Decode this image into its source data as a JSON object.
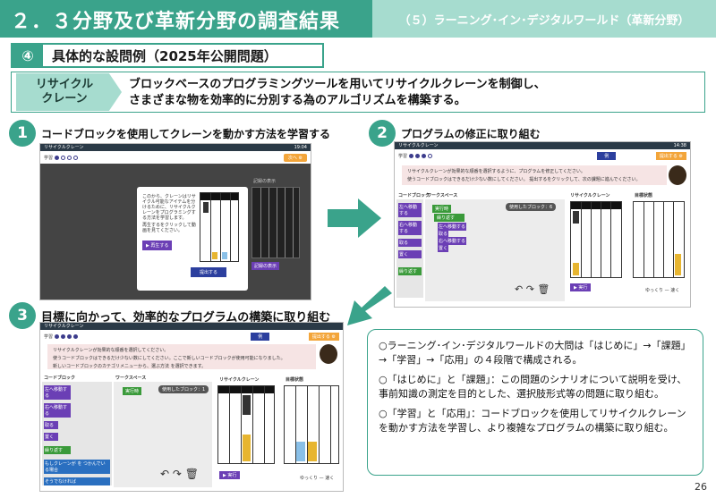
{
  "header": {
    "title": "２．３分野及び革新分野の調査結果",
    "subtitle": "（５）ラーニング･イン･デジタルワールド（革新分野）"
  },
  "section": {
    "num": "④",
    "title": "具体的な設問例（2025年公開問題）"
  },
  "tag": {
    "line1": "リサイクル",
    "line2": "クレーン"
  },
  "description": {
    "line1": "ブロックベースのプログラミングツールを用いてリサイクルクレーンを制御し、",
    "line2": "さまざまな物を効率的に分別する為のアルゴリズムを構築する。"
  },
  "steps": [
    {
      "num": "1",
      "label": "コードブロックを使用してクレーンを動かす方法を学習する"
    },
    {
      "num": "2",
      "label": "プログラムの修正に取り組む"
    },
    {
      "num": "3",
      "label": "目標に向かって、効率的なプログラムの構築に取り組む"
    }
  ],
  "shot1": {
    "app_title": "リサイクルクレーン",
    "time": "19:04",
    "stage": "学習",
    "next_btn": "次へ ⚙",
    "dialog_text": "このから、クレーンはリサイクル可能なアイテムを分けるために、リサイクルクレーンをプログラミングする方法を学習します。",
    "dialog_hint": "再生するをクリックして動画を見てください。",
    "play_btn": "▶ 再生する",
    "submit_btn": "提出する",
    "side_label": "記録の表示"
  },
  "shot2": {
    "app_title": "リサイクルクレーン",
    "time": "14:38",
    "stage": "学習",
    "top_btn": "例",
    "submit_btn": "提出する ⚙",
    "instruction1": "リサイクルクレーンが効果的な順番を選択するように、プログラムを修正してください。",
    "instruction2": "使うコードブロックはできるだけ少ない数にしてください。 提出するをクリックして、次の課題に進んでください。",
    "codeblock": "コードブロック",
    "workspace": "ワークスペース",
    "crane_label": "リサイクルクレーン",
    "result_label": "目標状態",
    "block_hint": "使用したブロック：6",
    "blocks": [
      "左へ移動する",
      "右へ移動する",
      "取る",
      "置く",
      "繰り返す"
    ],
    "run_btn": "▶ 実行",
    "slow": "ゆっくり",
    "fast": "速く"
  },
  "shot3": {
    "app_title": "リサイクルクレーン",
    "stage": "学習",
    "top_btn": "例",
    "submit_btn": "提出する ⚙",
    "instruction1": "リサイクルクレーンが効果的な順番を選択してください。",
    "instruction2": "使うコードブロックはできるだけ少ない数にしてください。ここで新しいコードブロックが使用可能になりました。",
    "instruction3": "新しいコードブロックのカテゴリメニューから、選ぶ方法 を選択できます。",
    "codeblock": "コードブロック",
    "workspace": "ワークスペース",
    "crane_label": "リサイクルクレーン",
    "result_label": "目標状態",
    "block_hint": "使用したブロック：1",
    "blocks": [
      "左へ移動する",
      "右へ移動する",
      "取る",
      "置く",
      "繰り返す"
    ],
    "cond1": "もしクレーンが を つかんでいる場合",
    "cond2": "そうでなければ",
    "run_btn": "▶ 実行",
    "slow": "ゆっくり",
    "fast": "速く"
  },
  "notes": [
    "○ラーニング･イン･デジタルワールドの大問は「はじめに」→「課題」→「学習」→「応用」の４段階で構成される。",
    "○「はじめに」と「課題」：この問題のシナリオについて説明を受け、事前知識の測定を目的とした、選択肢形式等の問題に取り組む。",
    "○「学習」と「応用」：コードブロックを使用してリサイクルクレーンを動かす方法を学習し、より複雑なプログラムの構築に取り組む。"
  ],
  "page_number": "26",
  "colors": {
    "accent": "#3aa38b",
    "accent_light": "#a6dccf",
    "purple": "#6b3fb5"
  }
}
